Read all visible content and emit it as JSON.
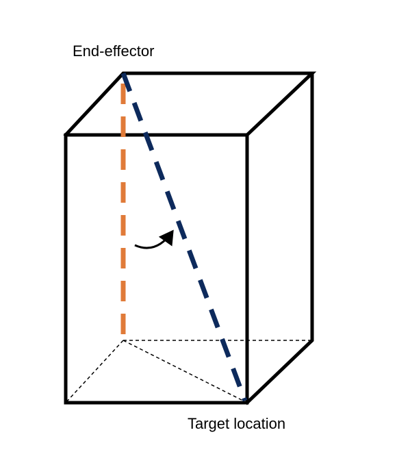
{
  "labels": {
    "end_effector": "End-effector",
    "target_location": "Target location"
  },
  "colors": {
    "box_edges": "#000000",
    "vertical_dashed_line": "#E07B39",
    "diagonal_dashed_line": "#0D2A5C",
    "floor_dashed_lines": "#000000",
    "rotation_arrow": "#000000"
  },
  "elements": {
    "box": "rectangular-prism-wireframe",
    "vertical_line": "orange-dashed-line-end-effector-to-floor",
    "diagonal_line": "navy-dashed-line-end-effector-to-target",
    "rotation_arrow": "curved-arrow"
  }
}
